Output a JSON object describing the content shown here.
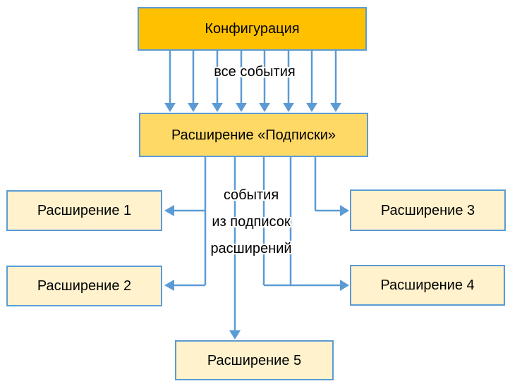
{
  "diagram": {
    "nodes": {
      "config": {
        "label": "Конфигурация"
      },
      "subscriptions": {
        "label": "Расширение «Подписки»"
      },
      "ext1": {
        "label": "Расширение 1"
      },
      "ext2": {
        "label": "Расширение 2"
      },
      "ext3": {
        "label": "Расширение 3"
      },
      "ext4": {
        "label": "Расширение 4"
      },
      "ext5": {
        "label": "Расширение 5"
      }
    },
    "edge_labels": {
      "all_events": "все события",
      "subscription_events": "события\nиз подписок\nрасширений"
    },
    "edges": [
      {
        "from": "config",
        "to": "subscriptions",
        "label": "все события",
        "arrows": 8
      },
      {
        "from": "subscriptions",
        "to": "ext1",
        "label": "события из подписок расширений"
      },
      {
        "from": "subscriptions",
        "to": "ext2",
        "label": "события из подписок расширений"
      },
      {
        "from": "subscriptions",
        "to": "ext3",
        "label": "события из подписок расширений"
      },
      {
        "from": "subscriptions",
        "to": "ext4",
        "label": "события из подписок расширений"
      },
      {
        "from": "subscriptions",
        "to": "ext5",
        "label": "события из подписок расширений"
      }
    ],
    "colors": {
      "config_fill": "#FFC000",
      "subscriptions_fill": "#FFD966",
      "extension_fill": "#FFF2CC",
      "border": "#5B9BD5",
      "connector": "#5B9BD5",
      "text": "#000000",
      "background": "#FFFFFF"
    }
  }
}
